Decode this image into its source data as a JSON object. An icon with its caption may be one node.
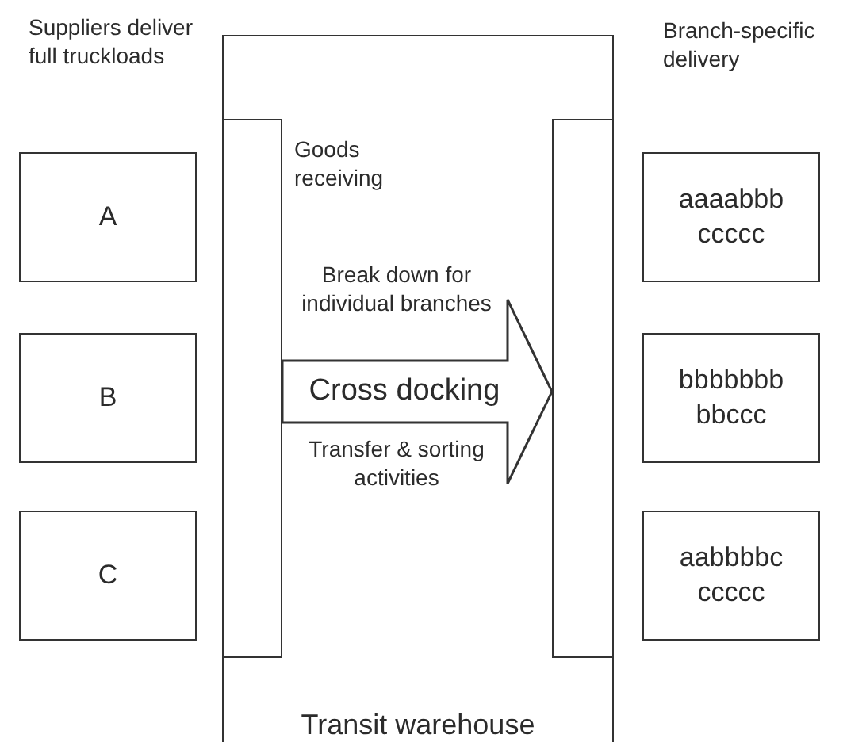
{
  "diagram": {
    "nodes": [
      {
        "text": [
          "Transit warehouse"
        ]
      },
      {
        "text": [],
        "shape": "bar",
        "in": 0,
        "beside": [
          "Goods receiving"
        ]
      },
      {
        "text": [],
        "shape": "bar",
        "in": 0
      },
      {
        "text": [
          "A"
        ]
      },
      {
        "text": [
          "B"
        ]
      },
      {
        "text": [
          "C"
        ]
      },
      {
        "text": [
          "aaaabbb ccccc"
        ]
      },
      {
        "text": [
          "bbbbbbb bbccc"
        ]
      },
      {
        "text": [
          "aabbbbc ccccc"
        ]
      }
    ],
    "edges": [
      {
        "from": 1,
        "to": 2,
        "arrow": "to",
        "label": "Cross docking",
        "style": "thick"
      }
    ],
    "labels": [
      "Suppliers deliver full truckloads",
      "Branch-specific delivery",
      "Break down for individual branches",
      "Transfer & sorting activities"
    ]
  }
}
